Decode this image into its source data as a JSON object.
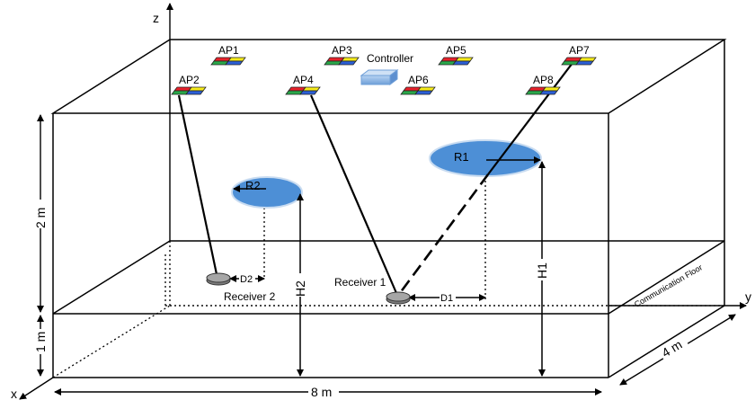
{
  "axes": {
    "x": "x",
    "y": "y",
    "z": "z"
  },
  "dimensions": {
    "room_height": "2 m",
    "floor_gap": "1 m",
    "length": "8 m",
    "width": "4 m"
  },
  "labels": {
    "controller": "Controller",
    "communication_floor": "Communication Floor",
    "receiver1": "Receiver 1",
    "receiver2": "Receiver 2",
    "r1": "R1",
    "r2": "R2",
    "d1": "D1",
    "d2": "D2",
    "h1": "H1",
    "h2": "H2"
  },
  "access_points": [
    {
      "label": "AP1"
    },
    {
      "label": "AP2"
    },
    {
      "label": "AP3"
    },
    {
      "label": "AP4"
    },
    {
      "label": "AP5"
    },
    {
      "label": "AP6"
    },
    {
      "label": "AP7"
    },
    {
      "label": "AP8"
    }
  ],
  "colors": {
    "ap_red": "#e8222b",
    "ap_yellow": "#f7ec1a",
    "ap_green": "#2aa84a",
    "ap_blue": "#2c5fd6",
    "ellipse": "#4d8fd6",
    "controller": "#8fb8e6"
  }
}
